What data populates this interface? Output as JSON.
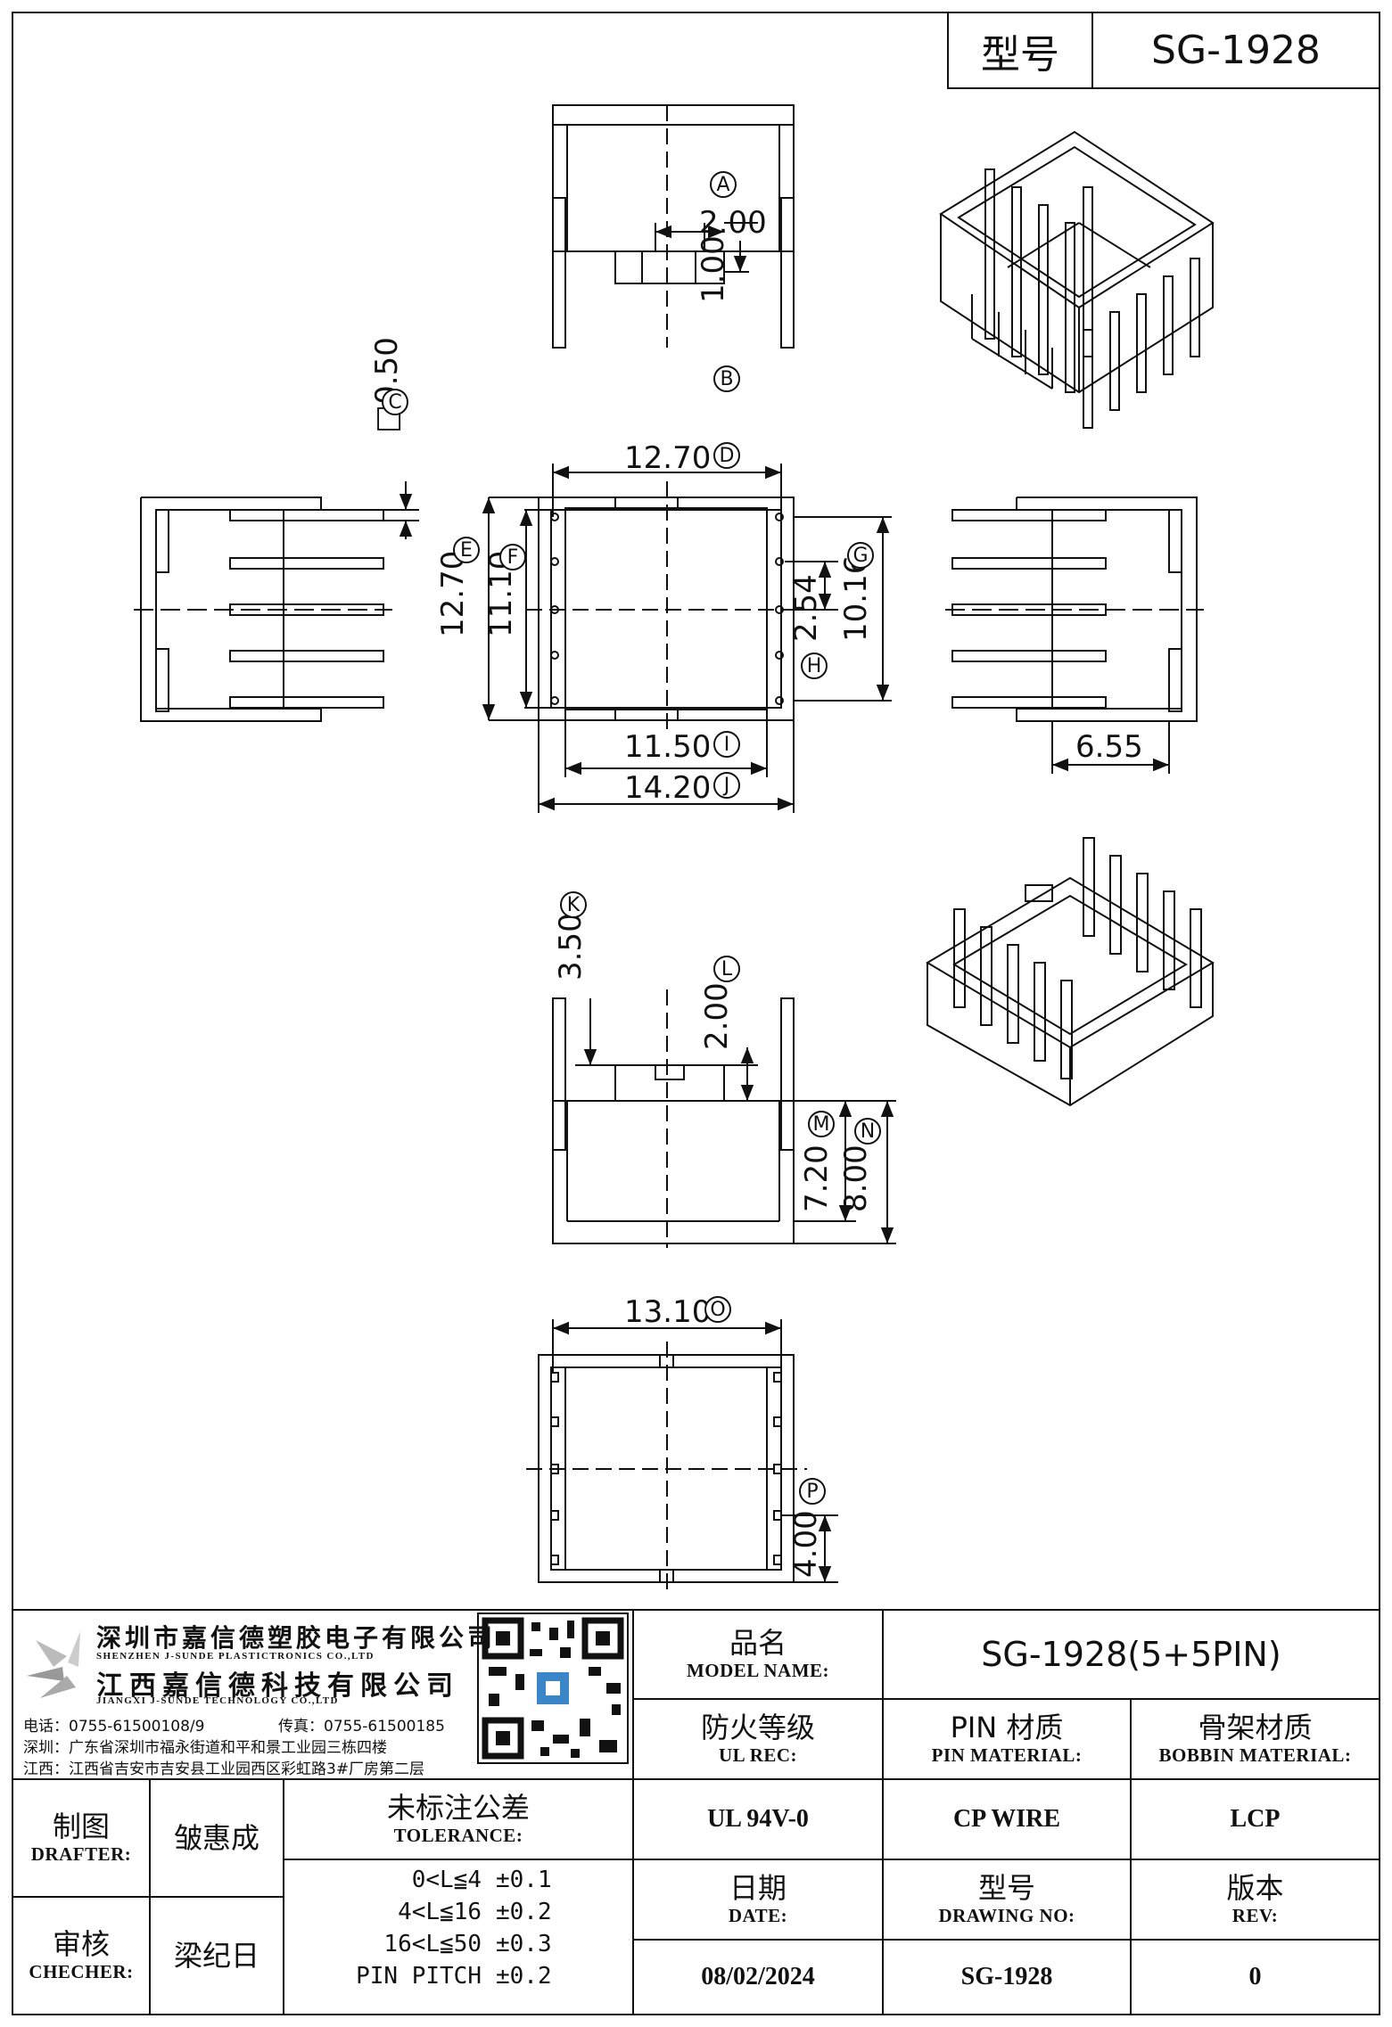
{
  "header": {
    "model_label": "型号",
    "model_value": "SG-1928"
  },
  "dimensions": {
    "A": {
      "letter": "A",
      "value": "2.00"
    },
    "B": {
      "letter": "B",
      "value": "1.00"
    },
    "C": {
      "letter": "C",
      "value": "□0.50"
    },
    "D": {
      "letter": "D",
      "value": "12.70"
    },
    "E": {
      "letter": "E",
      "value": "12.70"
    },
    "F": {
      "letter": "F",
      "value": "11.10"
    },
    "G": {
      "letter": "G",
      "value": "10.16"
    },
    "H": {
      "letter": "H",
      "value": "2.54"
    },
    "I": {
      "letter": "I",
      "value": "11.50"
    },
    "J": {
      "letter": "J",
      "value": "14.20"
    },
    "side_width": {
      "value": "6.55"
    },
    "K": {
      "letter": "K",
      "value": "3.50"
    },
    "L": {
      "letter": "L",
      "value": "2.00"
    },
    "M": {
      "letter": "M",
      "value": "7.20"
    },
    "N": {
      "letter": "N",
      "value": "8.00"
    },
    "O": {
      "letter": "O",
      "value": "13.10"
    },
    "P": {
      "letter": "P",
      "value": "4.00"
    }
  },
  "company": {
    "name_shenzhen": "深圳市嘉信德塑胶电子有限公司",
    "name_shenzhen_en": "SHENZHEN J-SUNDE PLASTICTRONICS CO.,LTD",
    "name_jiangxi": "江西嘉信德科技有限公司",
    "name_jiangxi_en": "JIANGXI J-SUNDE TECHNOLOGY CO.,LTD",
    "phone": "电话：0755-61500108/9",
    "fax": "传真：0755-61500185",
    "addr_shenzhen": "深圳：广东省深圳市福永街道和平和景工业园三栋四楼",
    "addr_jiangxi": "江西：江西省吉安市吉安县工业园西区彩虹路3#厂房第二层"
  },
  "title_block": {
    "model_name_cn": "品名",
    "model_name_en": "MODEL NAME:",
    "model_name_value": "SG-1928(5+5PIN)",
    "ul_cn": "防火等级",
    "ul_en": "UL REC:",
    "pin_cn": "PIN 材质",
    "pin_en": "PIN MATERIAL:",
    "bobbin_cn": "骨架材质",
    "bobbin_en": "BOBBIN MATERIAL:",
    "drafter_cn": "制图",
    "drafter_en": "DRAFTER:",
    "drafter_name": "皱惠成",
    "tolerance_cn": "未标注公差",
    "tolerance_en": "TOLERANCE:",
    "ul_value": "UL 94V-0",
    "pin_value": "CP WIRE",
    "bobbin_value": "LCP",
    "tolerances": [
      {
        "range": "0<L≦4",
        "tol": "±0.1"
      },
      {
        "range": "4<L≦16",
        "tol": "±0.2"
      },
      {
        "range": "16<L≦50",
        "tol": "±0.3"
      },
      {
        "range": "PIN PITCH",
        "tol": "±0.2"
      }
    ],
    "checker_cn": "审核",
    "checker_en": "CHECHER:",
    "checker_name": "梁纪日",
    "date_cn": "日期",
    "date_en": "DATE:",
    "drawing_cn": "型号",
    "drawing_en": "DRAWING NO:",
    "rev_cn": "版本",
    "rev_en": "REV:",
    "date_value": "08/02/2024",
    "drawing_value": "SG-1928",
    "rev_value": "0"
  }
}
